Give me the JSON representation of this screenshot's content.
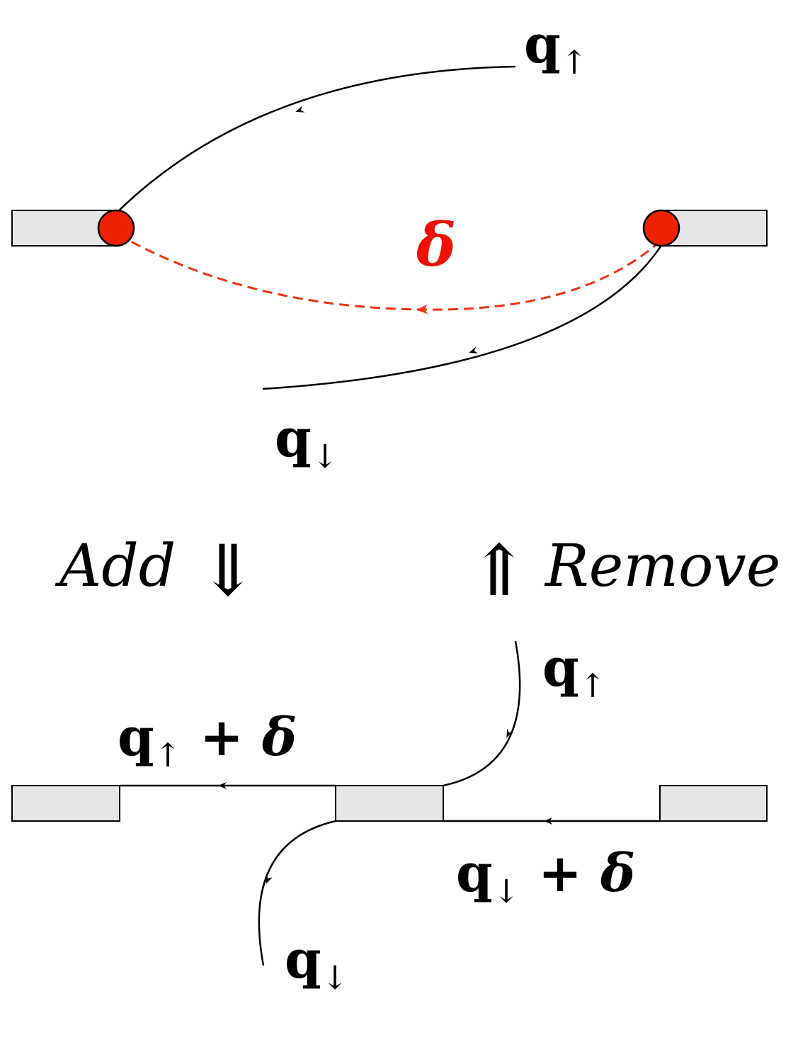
{
  "top": {
    "q_up_label": {
      "main": "q",
      "sub": "↑"
    },
    "q_down_label": {
      "main": "q",
      "sub": "↓"
    },
    "delta_label": "δ"
  },
  "transition": {
    "add_text": "Add",
    "add_arrow": "⇓",
    "remove_arrow": "⇑",
    "remove_text": "Remove"
  },
  "bottom": {
    "q_up_label": {
      "main": "q",
      "sub": "↑"
    },
    "q_up_plus_delta": {
      "main": "q",
      "sub": "↑",
      "rest": " + δ"
    },
    "q_down_plus_delta": {
      "main": "q",
      "sub": "↓",
      "rest": " + δ"
    },
    "q_down_label": {
      "main": "q",
      "sub": "↓"
    }
  },
  "colors": {
    "line": "#000000",
    "vertex_fill": "#ee2200",
    "dashed_line": "#ee3311",
    "delta_text": "#ee1100",
    "box_fill": "#e6e6e6",
    "box_stroke": "#000000"
  }
}
